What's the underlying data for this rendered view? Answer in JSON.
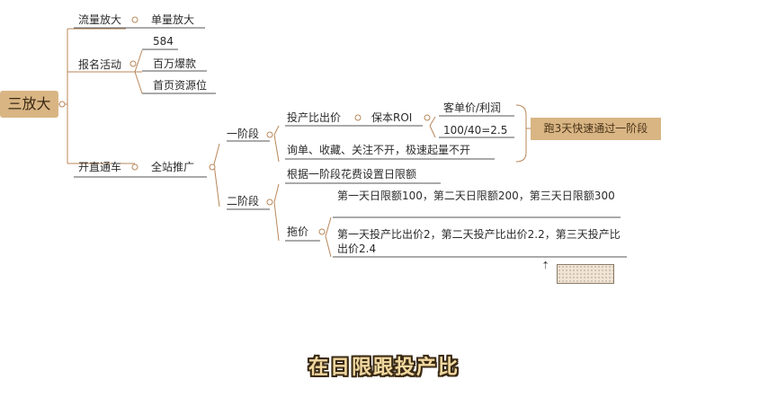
{
  "root": "三放大",
  "branches": {
    "traffic": {
      "label": "流量放大",
      "child": "单量放大"
    },
    "signup": {
      "label": "报名活动",
      "children": [
        "584",
        "百万爆款",
        "首页资源位"
      ]
    },
    "zhitongche": {
      "label": "开直通车",
      "child": "全站推广"
    }
  },
  "stage1": {
    "label": "一阶段",
    "bid": "投产比出价",
    "roi": "保本ROI",
    "formula_label": "客单价/利润",
    "formula_value": "100/40=2.5",
    "callout": "跑3天快速通过一阶段",
    "note": "询单、收藏、关注不开，极速起量不开"
  },
  "stage2": {
    "label": "二阶段",
    "budget_rule": "根据一阶段花费设置日限额",
    "budget_detail": "第一天日限额100，第二天日限额200，第三天日限额300",
    "raise": "拖价",
    "raise_detail": "第一天投产比出价2，第二天投产比出价2.2，第三天投产比出价2.4"
  },
  "subtitle": "在日限跟投产比",
  "colors": {
    "accent": "#d9b584",
    "line": "#b8875a",
    "text": "#2b2b2b"
  }
}
